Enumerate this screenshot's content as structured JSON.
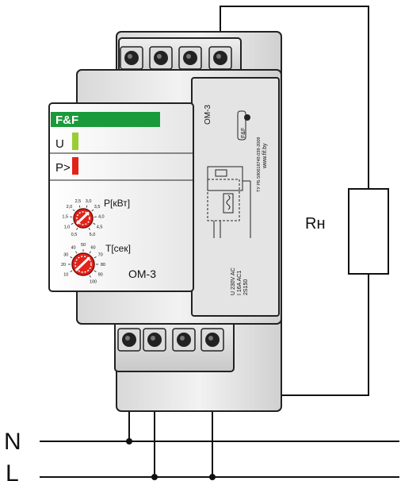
{
  "brand": {
    "logo_text": "F&F",
    "logo_color": "#1a9a3a",
    "model": "OM-3",
    "side_model": "OM-3",
    "logo_small": "F&F"
  },
  "indicators": [
    {
      "label": "U",
      "color": "#9acd32"
    },
    {
      "label": "P>",
      "color": "#e2231a"
    }
  ],
  "knob_power": {
    "title": "P[кВт]",
    "scale": [
      "0,5",
      "1,0",
      "1,5",
      "2,0",
      "2,5",
      "3,0",
      "3,5",
      "4,0",
      "4,5",
      "5,0"
    ],
    "color": "#e2231a"
  },
  "knob_time": {
    "title": "T[сек]",
    "scale": [
      "10",
      "20",
      "30",
      "40",
      "50",
      "60",
      "70",
      "80",
      "90",
      "100"
    ],
    "color": "#e2231a"
  },
  "side_text": {
    "tu": "ТУ РБ 590618749.039-2009",
    "web": "www.fif.by",
    "spec_lines": [
      "U 230V AC",
      "I 16A AC1",
      "2S150"
    ]
  },
  "terminals_top": 4,
  "terminals_bottom": 4,
  "load_label": "Rн",
  "lines": {
    "neutral": "N",
    "phase": "L"
  }
}
